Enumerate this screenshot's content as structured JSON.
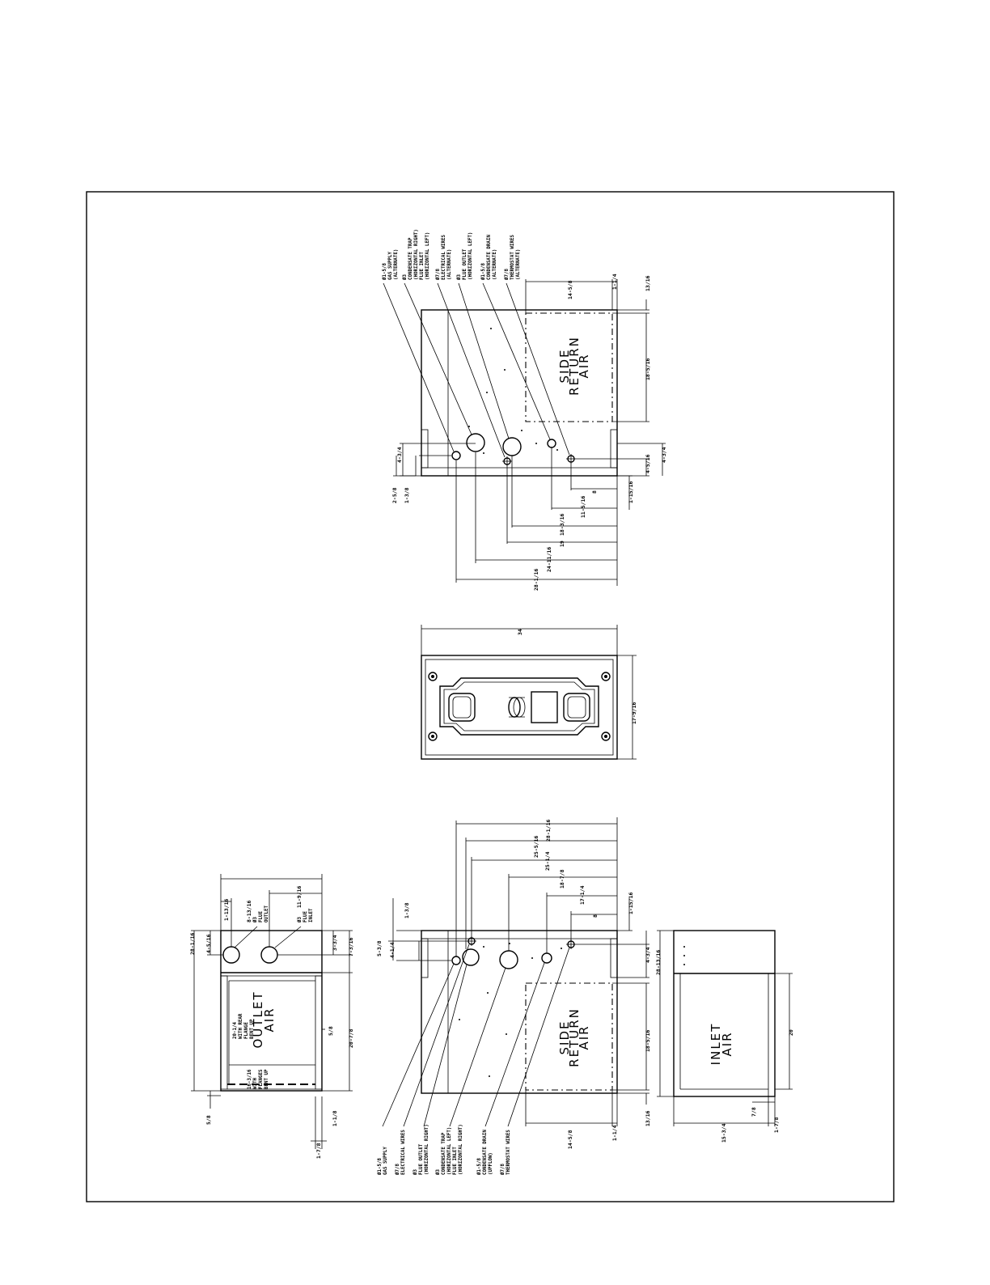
{
  "top_view": {
    "label_lines": [
      "SIDE",
      "RETURN",
      "AIR"
    ],
    "callouts": [
      [
        "Ø1-5/8",
        "GAS SUPPLY",
        "(ALTERNATE)"
      ],
      [
        "Ø3",
        "CONDENSATE TRAP",
        "(HORIZONTAL RIGHT)",
        "FLUE INLET",
        "(HORIZONTAL LEFT)"
      ],
      [
        "Ø7/8",
        "ELECTRICAL WIRES",
        "(ALTERNATE)"
      ],
      [
        "Ø3",
        "FLUE OUTLET",
        "(HORIZONTAL LEFT)"
      ],
      [
        "Ø1-5/8",
        "CONDENSATE DRAIN",
        "(ALTERNATE)"
      ],
      [
        "Ø7/8",
        "THERMOSTAT WIRES",
        "(ALTERNATE)"
      ]
    ],
    "dims": {
      "d_28_1_16": "28-1/16",
      "d_24_11_16": "24-11/16",
      "d_19": "19",
      "d_18_3_16": "18-3/16",
      "d_11_5_16": "11-5/16",
      "d_8": "8",
      "d_1_15_16": "1-15/16",
      "d_4_5_16": "4-5/16",
      "d_4_3_4_r": "4-3/4",
      "d_18_5_16": "18-5/16",
      "d_14_5_8": "14-5/8",
      "d_1_1_4": "1-1/4",
      "d_13_16": "13/16",
      "d_4_3_4_l": "4-3/4",
      "d_2_5_8": "2-5/8",
      "d_1_3_8": "1-3/8"
    }
  },
  "middle_view": {
    "dims": {
      "width": "34",
      "depth": "17-9/16"
    }
  },
  "bottom_view": {
    "label_lines": [
      "SIDE",
      "RETURN",
      "AIR"
    ],
    "callouts": [
      [
        "Ø1-5/8",
        "GAS SUPPLY"
      ],
      [
        "Ø7/8",
        "ELECTRICAL WIRES"
      ],
      [
        "Ø3",
        "FLUE OUTLET",
        "(HORIZONTAL RIGHT)"
      ],
      [
        "Ø3",
        "CONDENSATE TRAP",
        "(HORIZONTAL LEFT)",
        "FLUE INLET",
        "(HORIZONTAL RIGHT)"
      ],
      [
        "Ø1-5/8",
        "CONDENSATE DRAIN",
        "(UPFLOW)"
      ],
      [
        "Ø7/8",
        "THERMOSTAT WIRES"
      ]
    ],
    "dims": {
      "d_28_1_16": "28-1/16",
      "d_25_5_16": "25-5/16",
      "d_25_1_4": "25-1/4",
      "d_18_7_8": "18-7/8",
      "d_17_1_4": "17-1/4",
      "d_8": "8",
      "d_1_15_16": "1-15/16",
      "d_1_3_8": "1-3/8",
      "d_5_3_8": "5-3/8",
      "d_4_1_4": "4-1/4",
      "d_4_3_4": "4-3/4",
      "d_18_5_16": "18-5/16",
      "d_14_5_8": "14-5/8",
      "d_1_1_4": "1-1/4",
      "d_13_16": "13/16"
    }
  },
  "outlet_view": {
    "label_lines": [
      "OUTLET",
      "AIR"
    ],
    "notes": {
      "flange_top": [
        "20-1/4",
        "WITH REAR",
        "FLANGE",
        "BENT UP"
      ],
      "flange_bottom": [
        "16-3/16",
        "WITH",
        "FLANGES",
        "BENT UP"
      ],
      "flue_outlet": [
        "Ø3",
        "FLUE",
        "OUTLET"
      ],
      "flue_inlet": [
        "Ø3",
        "FLUE",
        "INLET"
      ]
    },
    "dims": {
      "d_11_9_16": "11-9/16",
      "d_8_13_16": "8-13/16",
      "d_1_13_16": "1-13/16",
      "d_4_5_16": "4-5/16",
      "d_3_3_4": "3-3/4",
      "d_7_3_16": "7-3/16",
      "d_28_1_16": "28-1/16",
      "d_20_7_8": "20-7/8",
      "d_5_8_a": "5/8",
      "d_5_8_b": "5/8",
      "d_1_1_8": "1-1/8",
      "d_1_7_8": "1-7/8"
    }
  },
  "inlet_view": {
    "label_lines": [
      "INLET",
      "AIR"
    ],
    "dims": {
      "d_28_13_16": "28-13/16",
      "d_20": "20",
      "d_15_3_4": "15-3/4",
      "d_7_8": "7/8",
      "d_1_7_8": "1-7/8"
    }
  }
}
